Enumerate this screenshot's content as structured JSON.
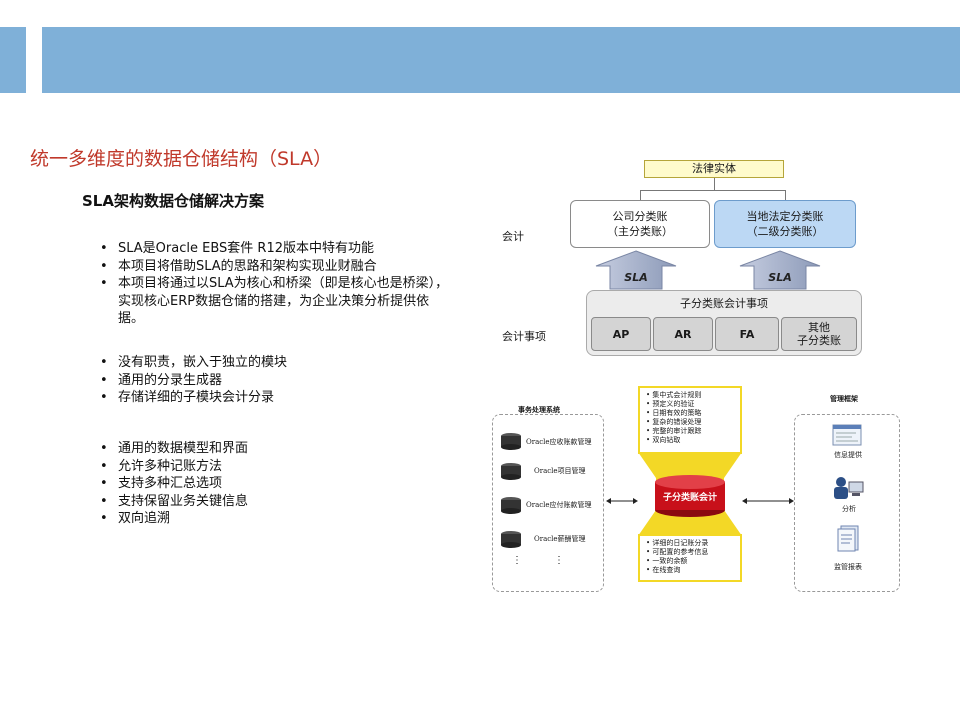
{
  "page": {
    "title": "统一多维度的数据仓储结构（SLA）",
    "subtitle": "SLA架构数据仓储解决方案"
  },
  "bullets_group1": [
    "SLA是Oracle EBS套件 R12版本中特有功能",
    "本项目将借助SLA的思路和架构实现业财融合",
    "本项目将通过以SLA为核心和桥梁（即是核心也是桥梁），实现核心ERP数据仓储的搭建，为企业决策分析提供依据。"
  ],
  "bullets_group2": [
    "没有职责，嵌入于独立的模块",
    "通用的分录生成器",
    "存储详细的子模块会计分录"
  ],
  "bullets_group3": [
    "通用的数据模型和界面",
    "允许多种记账方法",
    "支持多种汇总选项",
    "支持保留业务关键信息",
    "双向追溯"
  ],
  "diagram_top": {
    "legal_entity": "法律实体",
    "company_ledger": [
      "公司分类账",
      "（主分类账）"
    ],
    "local_ledger": [
      "当地法定分类账",
      "（二级分类账）"
    ],
    "accounting_label": "会计",
    "sla_arrow_label": "SLA",
    "events_label": "会计事项",
    "subledger_events": "子分类账会计事项",
    "modules": [
      "AP",
      "AR",
      "FA",
      "其他\n子分类账"
    ],
    "colors": {
      "legal_fill": "#fffbcc",
      "local_fill": "#bcd8f4",
      "arrow_fill": "#8c9ab8"
    }
  },
  "diagram_bottom": {
    "left_title": "事务处理系统",
    "systems": [
      "Oracle应收账款管理",
      "Oracle项目管理",
      "Oracle应付账款管理",
      "Oracle薪酬管理"
    ],
    "top_features": [
      "集中式会计规则",
      "预定义的验证",
      "日期有效的策略",
      "复杂的错误处理",
      "完整的审计跟踪",
      "双向钻取"
    ],
    "center_label": "子分类账会计",
    "bottom_features": [
      "详细的日记账分录",
      "可配置的参考信息",
      "一致的余额",
      "在线查询"
    ],
    "right_title": "管理框架",
    "right_items": [
      "信息提供",
      "分析",
      "监管报表"
    ],
    "colors": {
      "drum": "#c8101a",
      "highlight": "#f3d826"
    }
  }
}
